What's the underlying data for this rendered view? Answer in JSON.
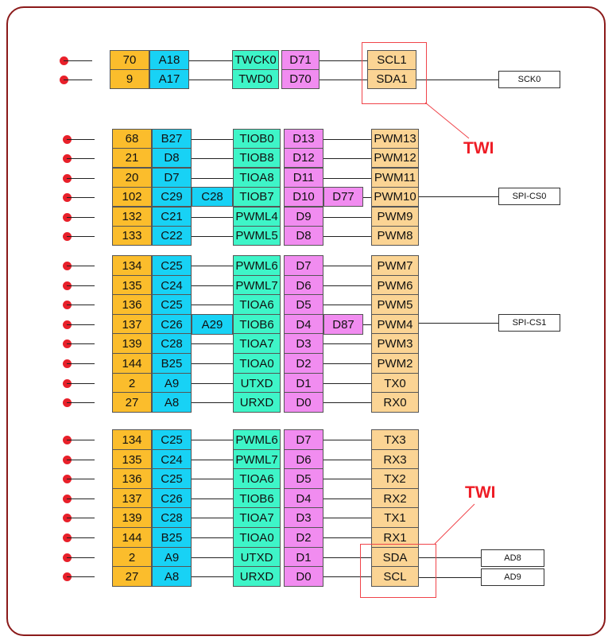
{
  "groups": [
    {
      "rows": [
        {
          "num": "70",
          "pin": "A18",
          "func": "TWCK0",
          "d": "D71",
          "sig": "SCL1"
        },
        {
          "num": "9",
          "pin": "A17",
          "func": "TWD0",
          "d": "D70",
          "sig": "SDA1"
        }
      ]
    },
    {
      "rows": [
        {
          "num": "68",
          "pin": "B27",
          "func": "TIOB0",
          "d": "D13",
          "sig": "PWM13"
        },
        {
          "num": "21",
          "pin": "D8",
          "func": "TIOB8",
          "d": "D12",
          "sig": "PWM12"
        },
        {
          "num": "20",
          "pin": "D7",
          "func": "TIOA8",
          "d": "D11",
          "sig": "PWM11"
        },
        {
          "num": "102",
          "pin": "C29",
          "pin2": "C28",
          "func": "TIOB7",
          "d": "D10",
          "d2": "D77",
          "sig": "PWM10"
        },
        {
          "num": "132",
          "pin": "C21",
          "func": "PWML4",
          "d": "D9",
          "sig": "PWM9"
        },
        {
          "num": "133",
          "pin": "C22",
          "func": "PWML5",
          "d": "D8",
          "sig": "PWM8"
        }
      ]
    },
    {
      "rows": [
        {
          "num": "134",
          "pin": "C25",
          "func": "PWML6",
          "d": "D7",
          "sig": "PWM7"
        },
        {
          "num": "135",
          "pin": "C24",
          "func": "PWML7",
          "d": "D6",
          "sig": "PWM6"
        },
        {
          "num": "136",
          "pin": "C25",
          "func": "TIOA6",
          "d": "D5",
          "sig": "PWM5"
        },
        {
          "num": "137",
          "pin": "C26",
          "pin2": "A29",
          "func": "TIOB6",
          "d": "D4",
          "d2": "D87",
          "sig": "PWM4"
        },
        {
          "num": "139",
          "pin": "C28",
          "func": "TIOA7",
          "d": "D3",
          "sig": "PWM3"
        },
        {
          "num": "144",
          "pin": "B25",
          "func": "TIOA0",
          "d": "D2",
          "sig": "PWM2"
        },
        {
          "num": "2",
          "pin": "A9",
          "func": "UTXD",
          "d": "D1",
          "sig": "TX0"
        },
        {
          "num": "27",
          "pin": "A8",
          "func": "URXD",
          "d": "D0",
          "sig": "RX0"
        }
      ]
    },
    {
      "rows": [
        {
          "num": "134",
          "pin": "C25",
          "func": "PWML6",
          "d": "D7",
          "sig": "TX3"
        },
        {
          "num": "135",
          "pin": "C24",
          "func": "PWML7",
          "d": "D6",
          "sig": "RX3"
        },
        {
          "num": "136",
          "pin": "C25",
          "func": "TIOA6",
          "d": "D5",
          "sig": "TX2"
        },
        {
          "num": "137",
          "pin": "C26",
          "func": "TIOB6",
          "d": "D4",
          "sig": "RX2"
        },
        {
          "num": "139",
          "pin": "C28",
          "func": "TIOA7",
          "d": "D3",
          "sig": "TX1"
        },
        {
          "num": "144",
          "pin": "B25",
          "func": "TIOA0",
          "d": "D2",
          "sig": "RX1"
        },
        {
          "num": "2",
          "pin": "A9",
          "func": "UTXD",
          "d": "D1",
          "sig": "SDA"
        },
        {
          "num": "27",
          "pin": "A8",
          "func": "URXD",
          "d": "D0",
          "sig": "SCL"
        }
      ]
    }
  ],
  "outputs": {
    "sck0": "SCK0",
    "spi_cs0": "SPI-CS0",
    "spi_cs1": "SPI-CS1",
    "ad8": "AD8",
    "ad9": "AD9"
  },
  "annotations": {
    "twi_top": "TWI",
    "twi_bottom": "TWI"
  },
  "colors": {
    "number": "#fbbd2c",
    "pin": "#18d2f5",
    "function": "#3ef5c8",
    "digital": "#f18cf0",
    "signal": "#fbd494",
    "dot": "#e8202a",
    "highlight": "#ee1c25",
    "frame": "#8b1a1a"
  }
}
